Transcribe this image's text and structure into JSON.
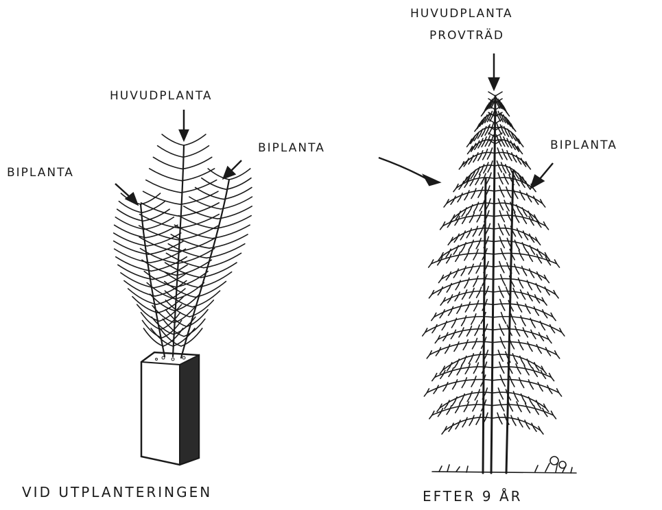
{
  "left_panel": {
    "main_label": "HUVUDPLANTA",
    "side_label_left": "BIPLANTA",
    "side_label_right": "BIPLANTA",
    "caption": "VID UTPLANTERINGEN"
  },
  "right_panel": {
    "main_label_line1": "HUVUDPLANTA",
    "main_label_line2": "PROVTRÄD",
    "side_label_right": "BIPLANTA",
    "caption": "EFTER 9 ÅR"
  },
  "colors": {
    "ink": "#1a1a1a",
    "paper": "#ffffff"
  }
}
